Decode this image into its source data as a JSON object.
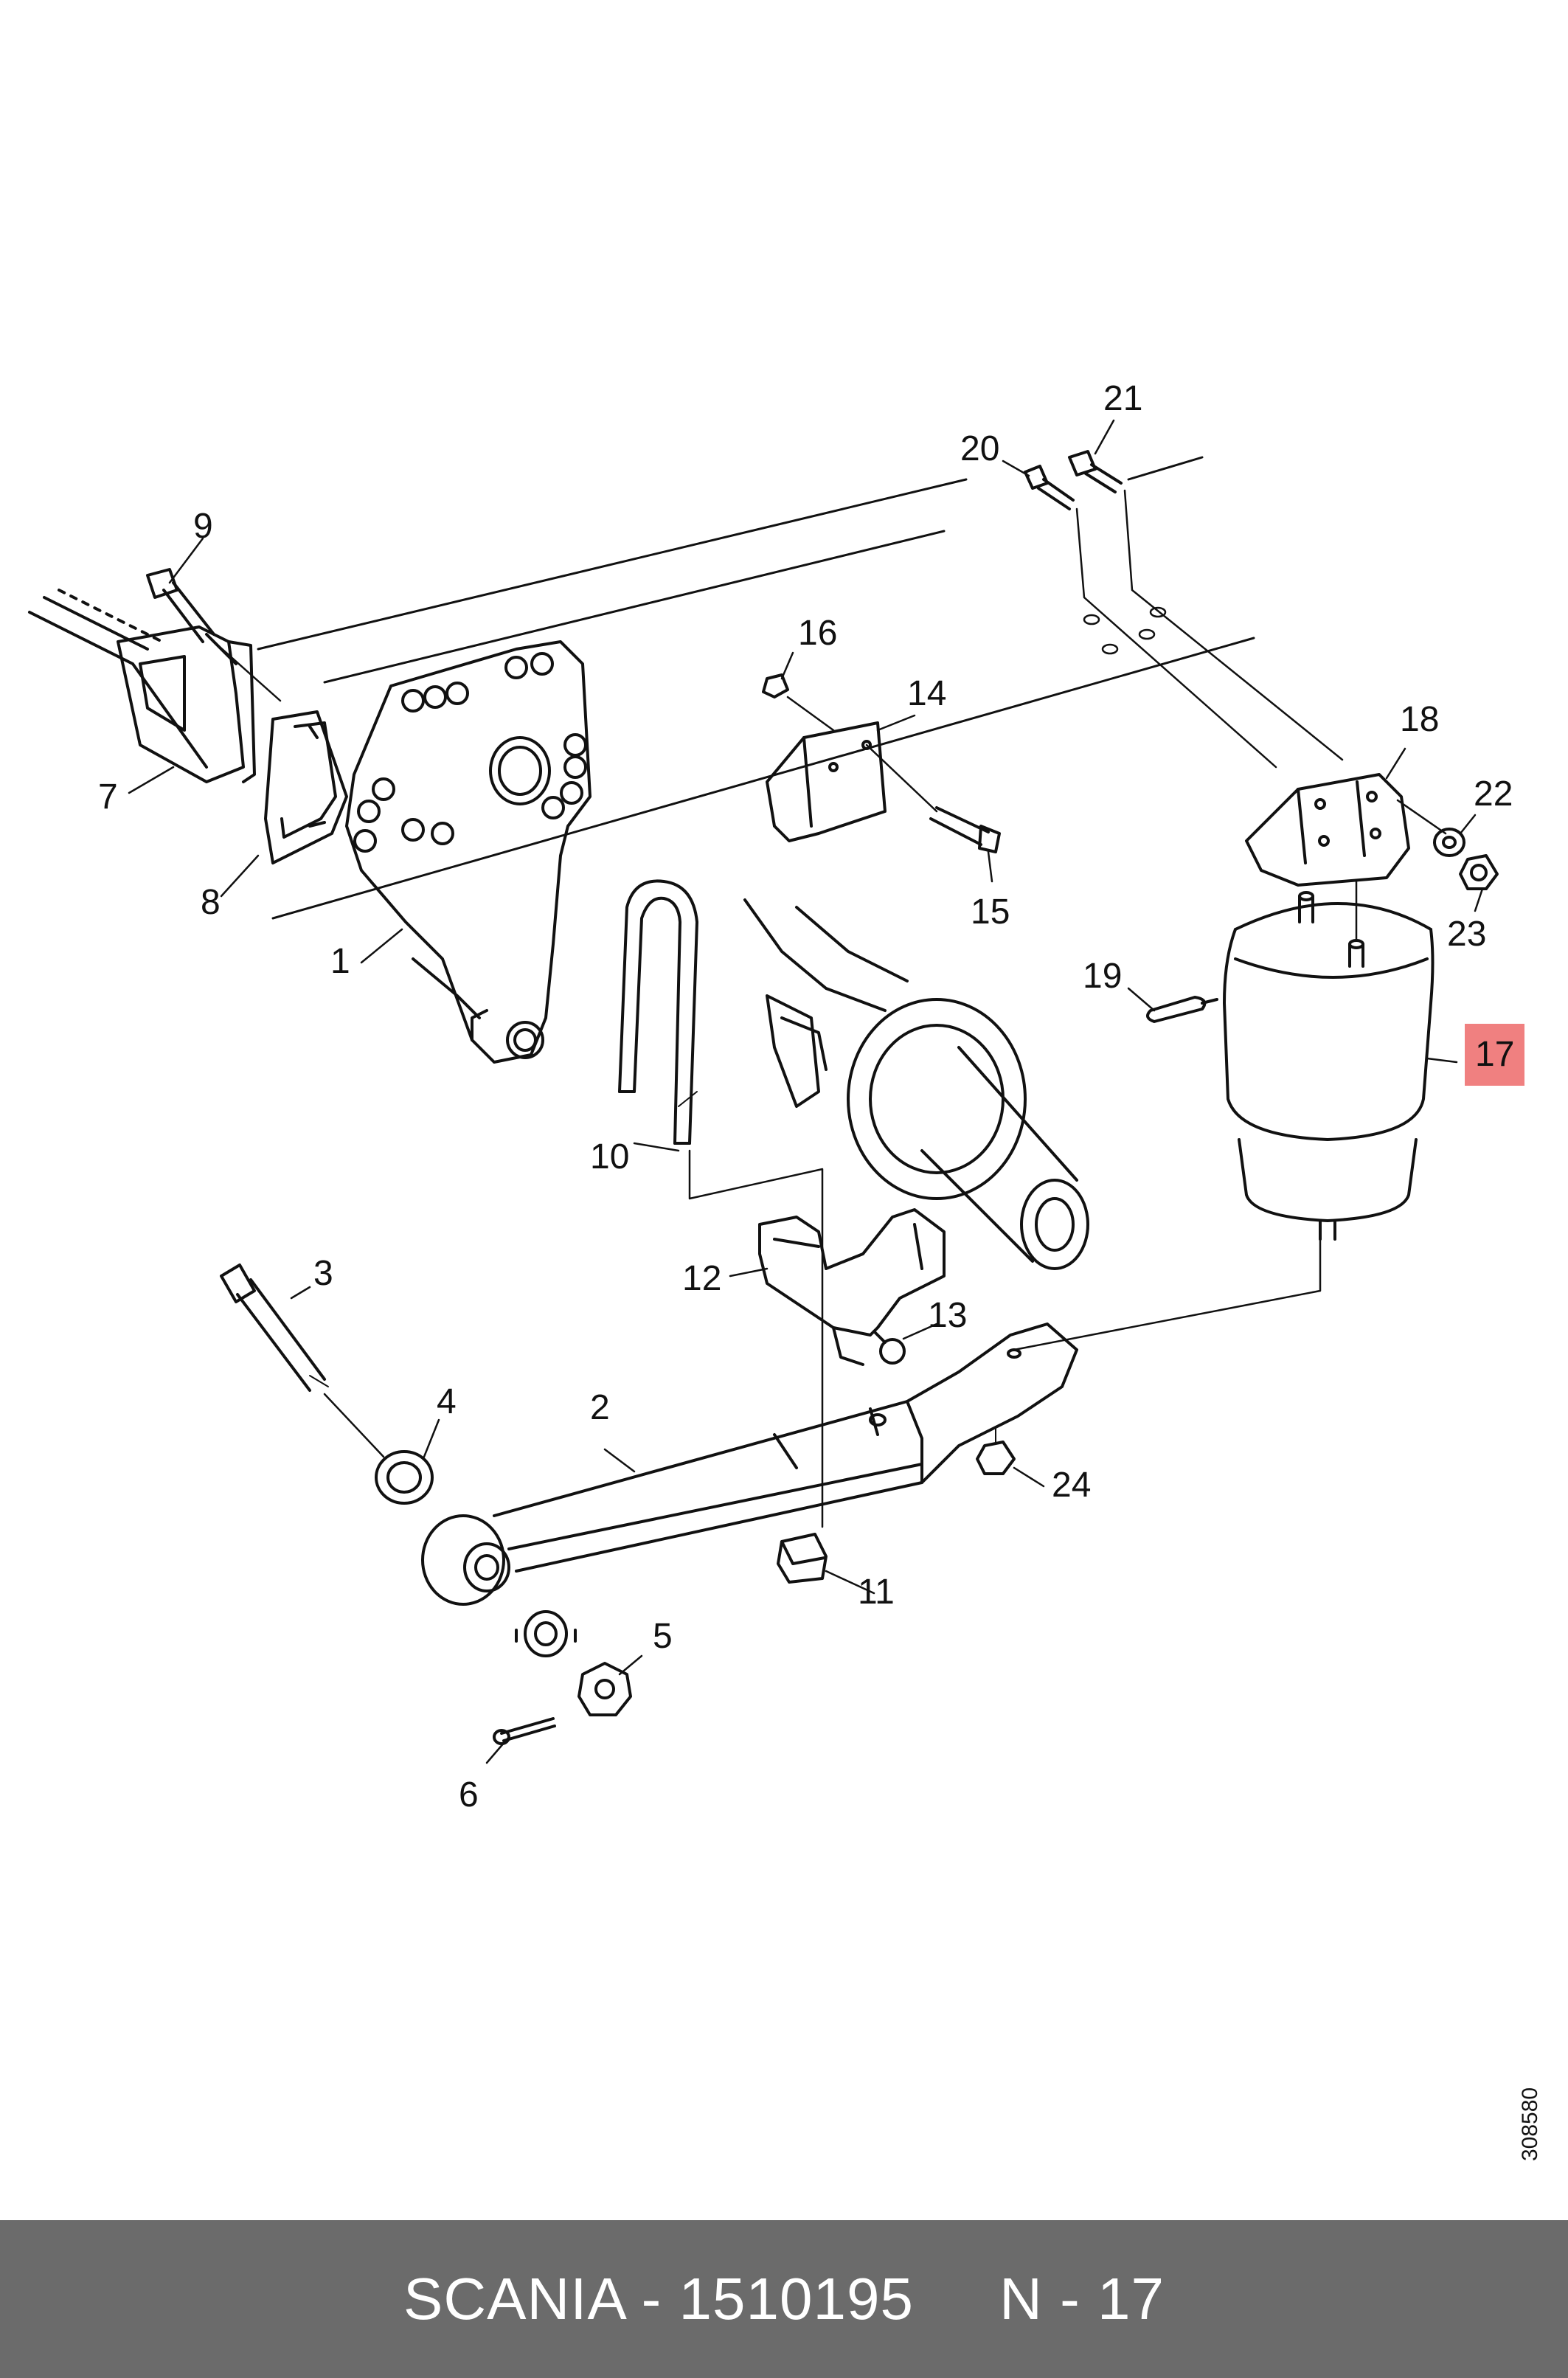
{
  "diagram": {
    "callouts": [
      {
        "id": "c1",
        "label": "1"
      },
      {
        "id": "c2",
        "label": "2"
      },
      {
        "id": "c3",
        "label": "3"
      },
      {
        "id": "c4",
        "label": "4"
      },
      {
        "id": "c5",
        "label": "5"
      },
      {
        "id": "c6",
        "label": "6"
      },
      {
        "id": "c7",
        "label": "7"
      },
      {
        "id": "c8",
        "label": "8"
      },
      {
        "id": "c9",
        "label": "9"
      },
      {
        "id": "c10",
        "label": "10"
      },
      {
        "id": "c11",
        "label": "11"
      },
      {
        "id": "c12",
        "label": "12"
      },
      {
        "id": "c13",
        "label": "13"
      },
      {
        "id": "c14",
        "label": "14"
      },
      {
        "id": "c15",
        "label": "15"
      },
      {
        "id": "c16",
        "label": "16"
      },
      {
        "id": "c17",
        "label": "17",
        "highlighted": true
      },
      {
        "id": "c18",
        "label": "18"
      },
      {
        "id": "c19",
        "label": "19"
      },
      {
        "id": "c20",
        "label": "20"
      },
      {
        "id": "c21",
        "label": "21"
      },
      {
        "id": "c22",
        "label": "22"
      },
      {
        "id": "c23",
        "label": "23"
      },
      {
        "id": "c24",
        "label": "24"
      }
    ],
    "document_number": "308580",
    "highlight_color": "#f08080"
  },
  "footer": {
    "text": "SCANIA - 1510195     N - 17",
    "background": "#6b6b6b"
  }
}
